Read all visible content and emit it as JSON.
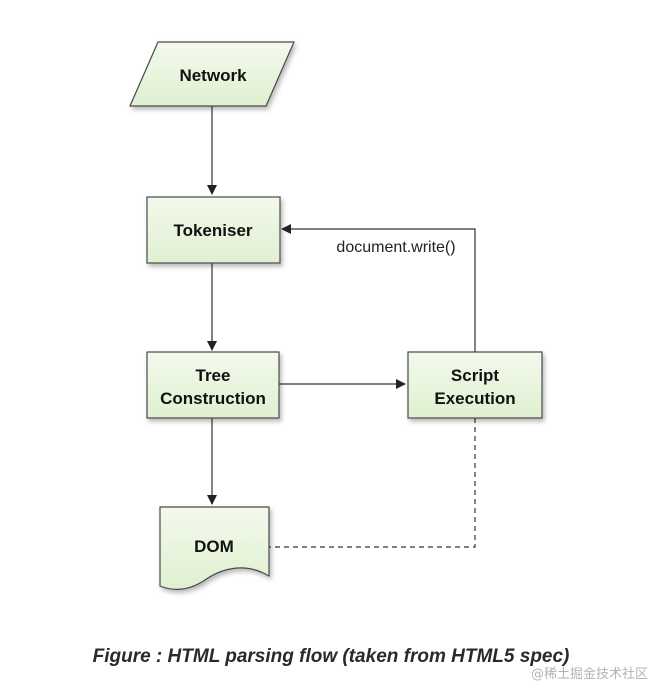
{
  "diagram": {
    "nodes": {
      "network": "Network",
      "tokeniser": "Tokeniser",
      "tree_construction": [
        "Tree",
        "Construction"
      ],
      "script_execution": [
        "Script",
        "Execution"
      ],
      "dom": "DOM"
    },
    "edges": {
      "document_write": "document.write()"
    }
  },
  "caption": "Figure : HTML parsing flow (taken from HTML5 spec)",
  "watermark": "@稀土掘金技术社区",
  "colors": {
    "node_fill": "#e5f3d9",
    "node_fill_light": "#f1f8ea",
    "stroke": "#4a4a4a",
    "line": "#333333"
  }
}
